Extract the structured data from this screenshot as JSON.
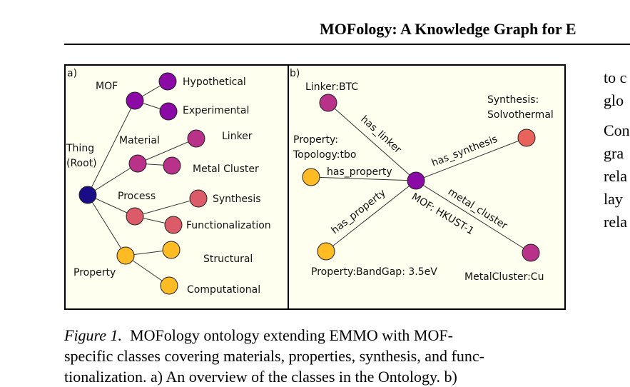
{
  "header": {
    "title": "MOFology: A Knowledge Graph for E"
  },
  "figure": {
    "panel_a": {
      "label": "a)",
      "node_labels": {
        "root_line1": "Thing",
        "root_line2": "(Root)",
        "mof": "MOF",
        "hypothetical": "Hypothetical",
        "experimental": "Experimental",
        "material": "Material",
        "linker": "Linker",
        "metal_cluster": "Metal Cluster",
        "process": "Process",
        "synthesis": "Synthesis",
        "functionalization": "Functionalization",
        "property": "Property",
        "structural": "Structural",
        "computational": "Computational"
      }
    },
    "panel_b": {
      "label": "b)",
      "node_labels": {
        "linker": "Linker:BTC",
        "synthesis_line1": "Synthesis:",
        "synthesis_line2": "Solvothermal",
        "topology_line1": "Property:",
        "topology_line2": "Topology:tbo",
        "center": "MOF: HKUST-1",
        "bandgap": "Property:BandGap: 3.5eV",
        "metal": "MetalCluster:Cu"
      },
      "edge_labels": {
        "has_linker": "has_linker",
        "has_synthesis": "has_synthesis",
        "has_property_topology": "has_property",
        "has_property_bandgap": "has_property",
        "metal_cluster": "metal_cluster"
      }
    },
    "colors": {
      "root": "#1a0b87",
      "mof_class": "#8b0aa5",
      "material_class": "#b83289",
      "process_class": "#db5c68",
      "property_class": "#febb24",
      "hkust": "#8b0aa5",
      "linker_btc": "#b83289",
      "solvothermal": "#e8645a",
      "topology": "#febb24",
      "bandgap": "#febb24",
      "metal_cu": "#b83289",
      "panel_bg": "#fffff0"
    }
  },
  "right_column": [
    "to c",
    "glo",
    "Con",
    "gra",
    "rela",
    "lay",
    "rela"
  ],
  "caption": {
    "label": "Figure 1.",
    "line1_rest": "MOFology ontology extending EMMO with MOF-",
    "line2": "specific classes covering materials, properties, synthesis, and func-",
    "line3": "tionalization. a) An overview of the classes in the Ontology. b)"
  }
}
